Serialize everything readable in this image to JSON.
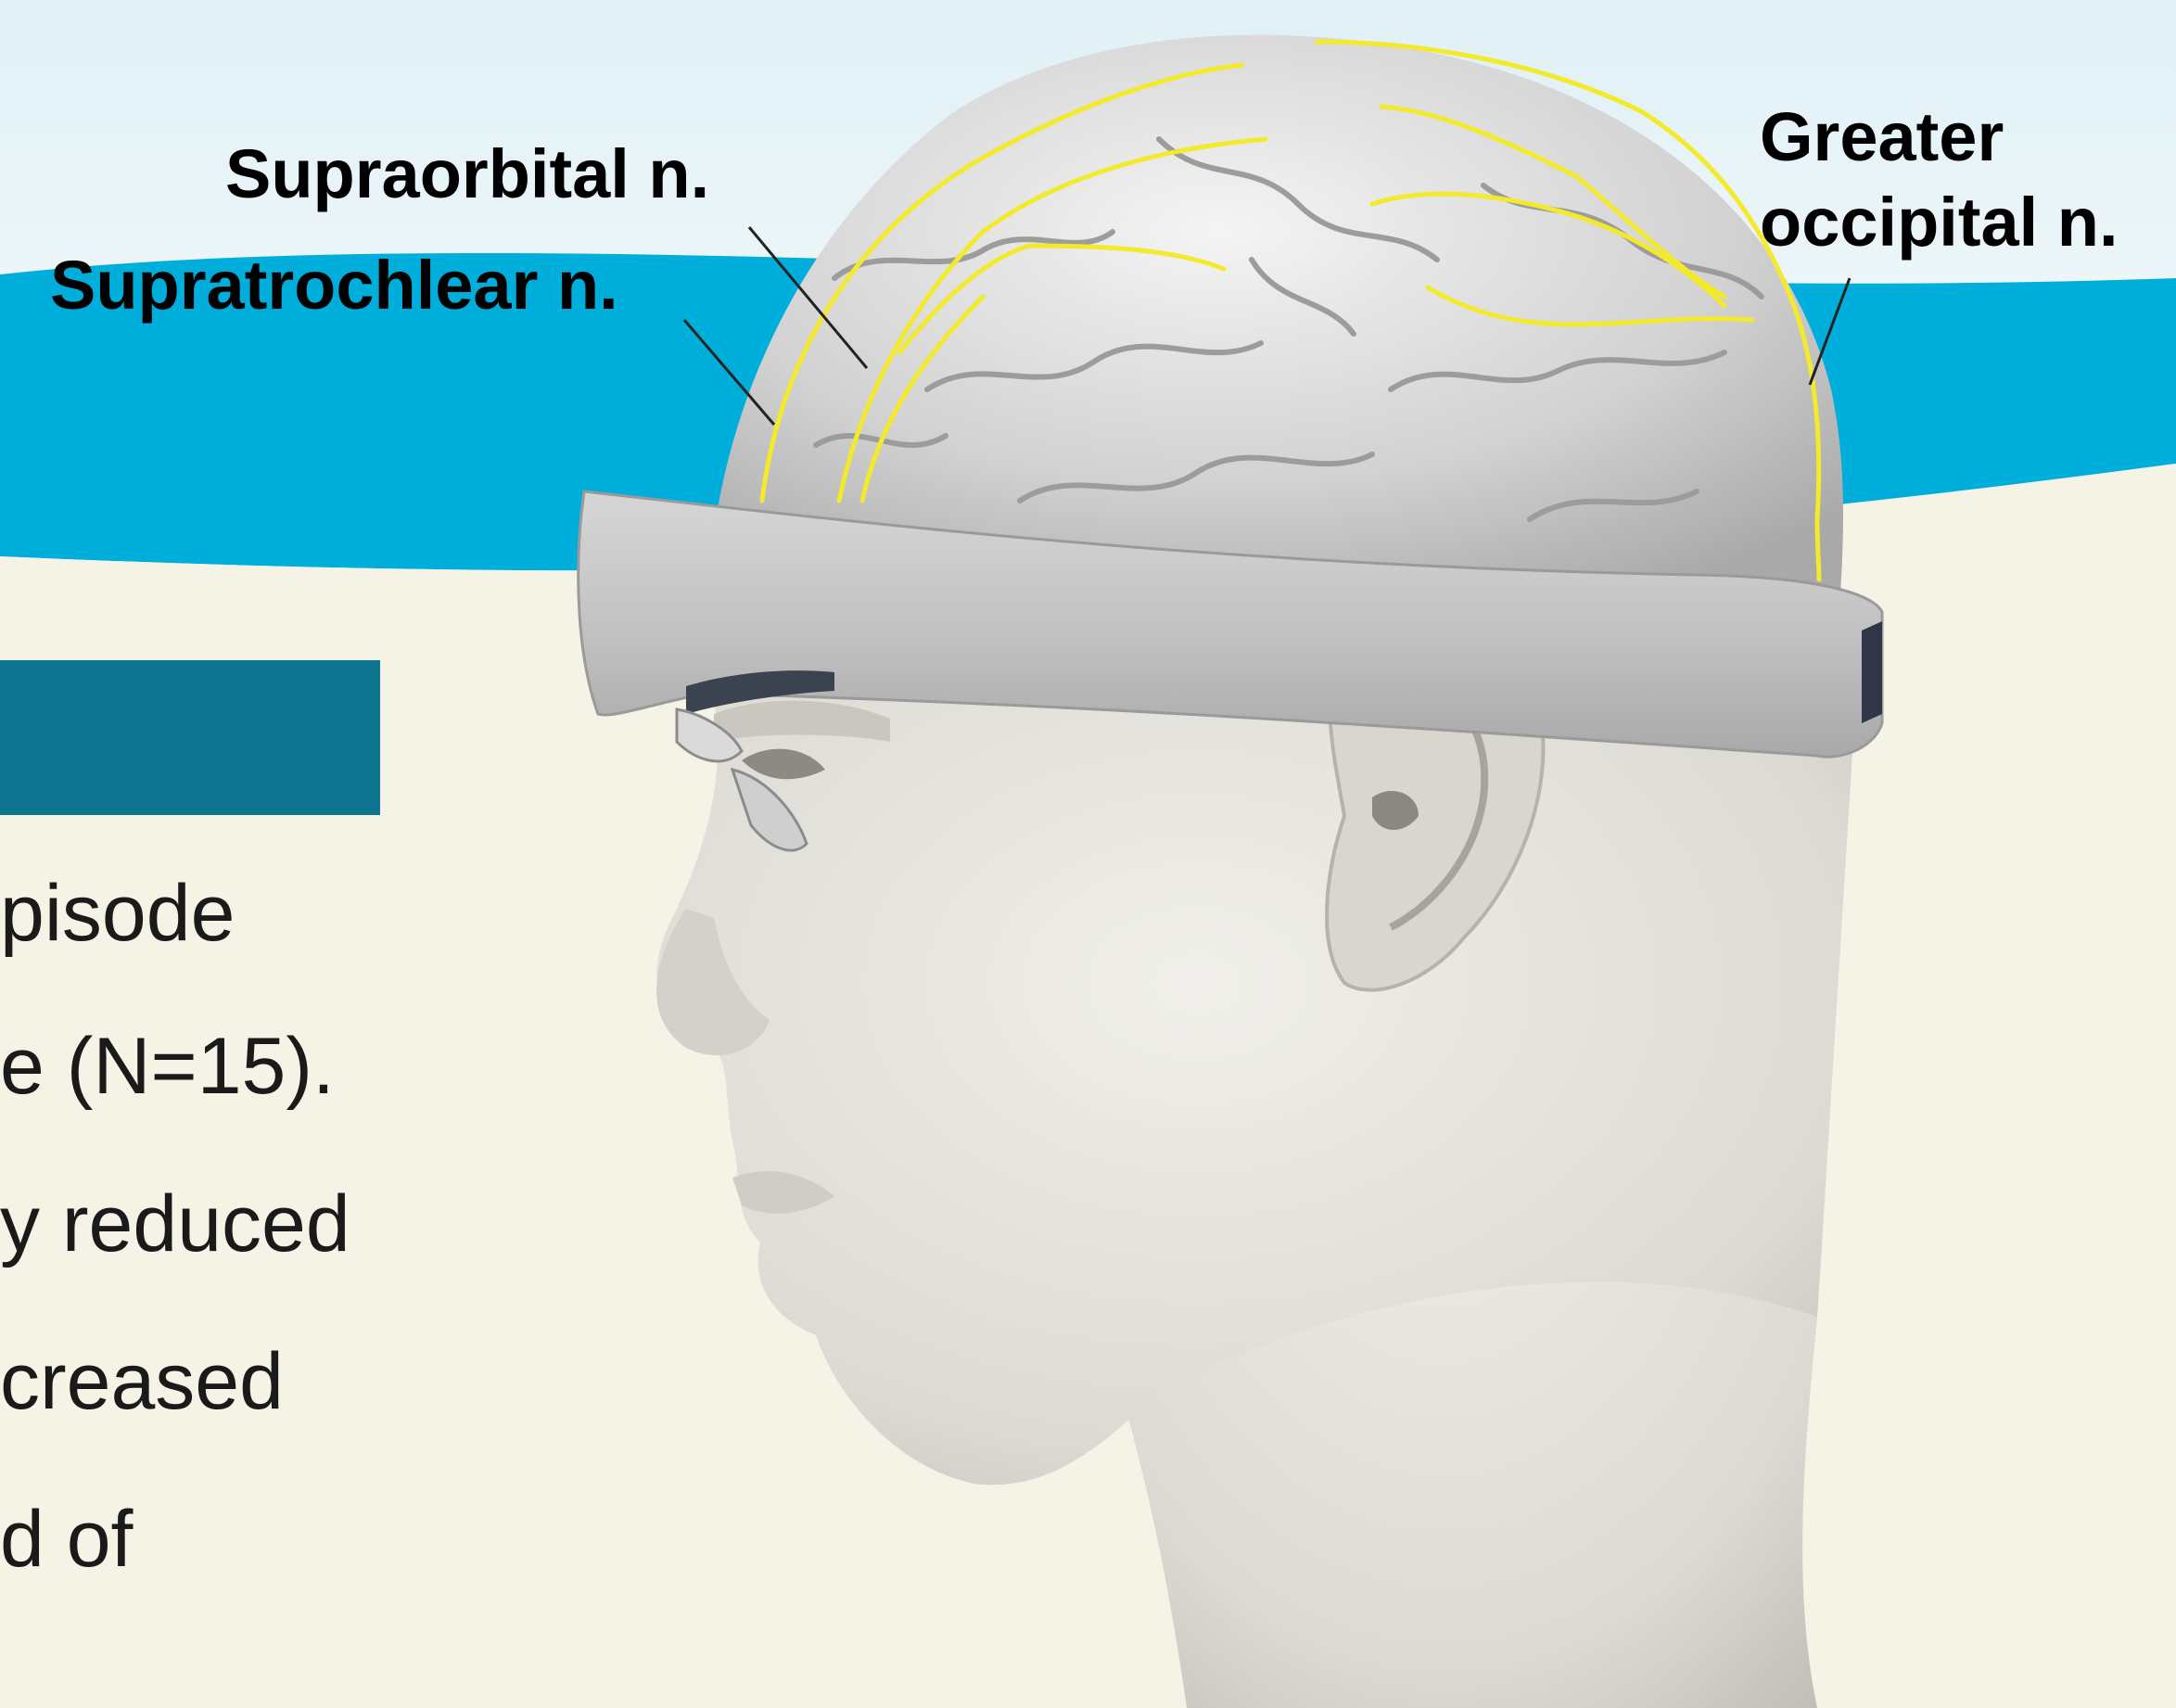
{
  "labels": {
    "supraorbital": "Supraorbital n.",
    "supratrochlear": "Supratrochlear n.",
    "greater_occipital_line1": "Greater",
    "greater_occipital_line2": "occipital n."
  },
  "body_text": {
    "line1": "pisode",
    "line2": "e (N=15).",
    "line3": "y reduced",
    "line4": "creased",
    "line5": "d of"
  },
  "colors": {
    "background": "#f5f2e6",
    "header_band": "#00aedb",
    "header_sky": "#d9eef5",
    "section_box": "#0e7590",
    "nerve": "#f2ea2a",
    "headband": "#c8c8c8",
    "skin": "#e4e2dc",
    "brain": "#cfcfcf"
  },
  "icons": [
    "head-figure-icon",
    "brain-icon",
    "headband-device-icon",
    "ear-icon",
    "nerve-path-icon"
  ]
}
